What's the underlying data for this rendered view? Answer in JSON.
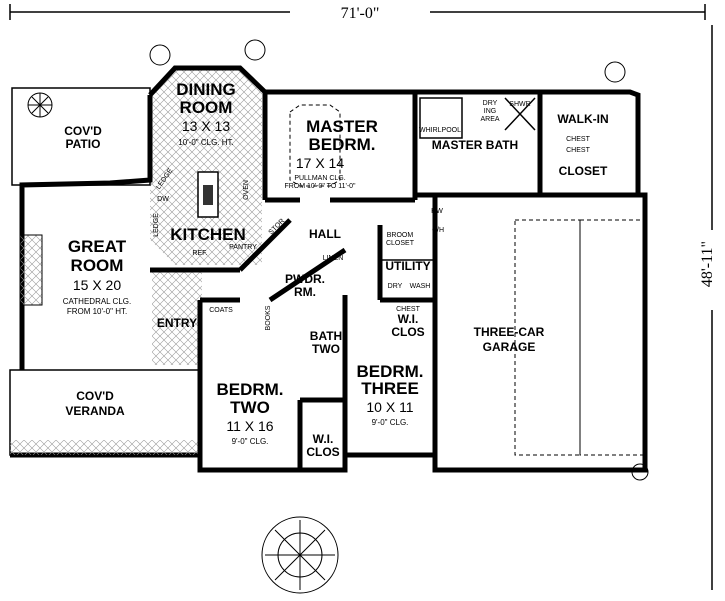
{
  "dimensions": {
    "width": "71'-0\"",
    "depth": "48'-11\""
  },
  "rooms": {
    "patio": {
      "name1": "COV'D",
      "name2": "PATIO"
    },
    "dining": {
      "name1": "DINING",
      "name2": "ROOM",
      "size": "13 X 13",
      "note": "10'-0\" CLG. HT."
    },
    "kitchen": {
      "name": "KITCHEN",
      "dw": "DW",
      "ref": "REF.",
      "pantry": "PANTRY",
      "ledge1": "LEDGE",
      "ledge2": "LEDGE",
      "oven": "OVEN"
    },
    "great": {
      "name1": "GREAT",
      "name2": "ROOM",
      "size": "15 X 20",
      "note1": "CATHEDRAL CLG.",
      "note2": "FROM 10'-0\" HT."
    },
    "master": {
      "name1": "MASTER",
      "name2": "BEDRM.",
      "size": "17 X 14",
      "note1": "PULLMAN CLG.",
      "note2": "FROM 10'-0\" TO 11'-0\""
    },
    "master_bath": {
      "name": "MASTER BATH",
      "whirlpool": "WHIRLPOOL",
      "drying1": "DRY",
      "drying2": "ING",
      "drying3": "AREA",
      "shower": "SHWR"
    },
    "walkin": {
      "name1": "WALK-IN",
      "name2": "CLOSET",
      "chest1": "CHEST",
      "chest2": "CHEST"
    },
    "hall": {
      "name": "HALL",
      "stor": "STOR",
      "linen": "LINEN"
    },
    "broom": {
      "name1": "BROOM",
      "name2": "CLOSET"
    },
    "mech": {
      "hw": "HW",
      "ch": "C/H"
    },
    "utility": {
      "name": "UTILITY",
      "dry": "DRY",
      "wash": "WASH"
    },
    "pwdr": {
      "name1": "PWDR.",
      "name2": "RM."
    },
    "entry": {
      "name": "ENTRY",
      "coats": "COATS",
      "books": "BOOKS"
    },
    "bath2": {
      "name1": "BATH",
      "name2": "TWO"
    },
    "bed2": {
      "name1": "BEDRM.",
      "name2": "TWO",
      "size": "11 X 16",
      "note": "9'-0\" CLG.",
      "closet1": "W.I.",
      "closet2": "CLOS"
    },
    "bed3": {
      "name1": "BEDRM.",
      "name2": "THREE",
      "size": "10 X 11",
      "note": "9'-0\" CLG.",
      "closet1": "W.I.",
      "closet2": "CLOS",
      "chest": "CHEST"
    },
    "garage": {
      "name1": "THREE-CAR",
      "name2": "GARAGE"
    },
    "veranda": {
      "name1": "COV'D",
      "name2": "VERANDA"
    }
  }
}
